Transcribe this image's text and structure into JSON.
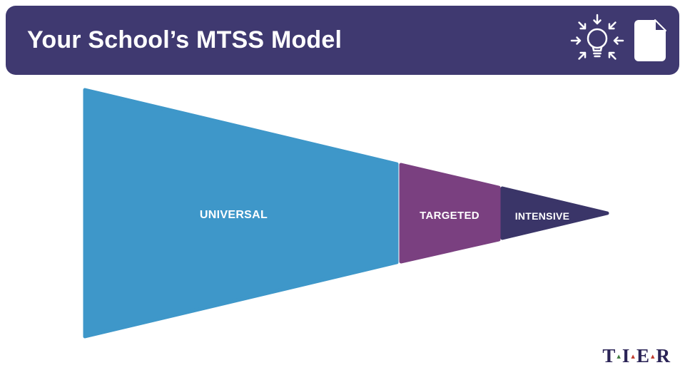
{
  "header": {
    "title": "Your School’s MTSS Model",
    "bg_color": "#3F3970",
    "icon_color": "#ffffff",
    "icons": [
      {
        "name": "idea-lightbulb-icon"
      },
      {
        "name": "document-icon"
      }
    ]
  },
  "funnel": {
    "type": "right-pointing-funnel",
    "tiers": [
      {
        "label": "UNIVERSAL",
        "color": "#3E97C9"
      },
      {
        "label": "TARGETED",
        "color": "#7A4080"
      },
      {
        "label": "INTENSIVE",
        "color": "#3A3568"
      }
    ]
  },
  "logo": {
    "letters": [
      "T",
      "I",
      "E",
      "R"
    ],
    "separator_glyph": "▴",
    "separator_colors": [
      "#3E7A3E",
      "#C13A2B",
      "#C13A2B"
    ],
    "color": "#2B2457"
  }
}
